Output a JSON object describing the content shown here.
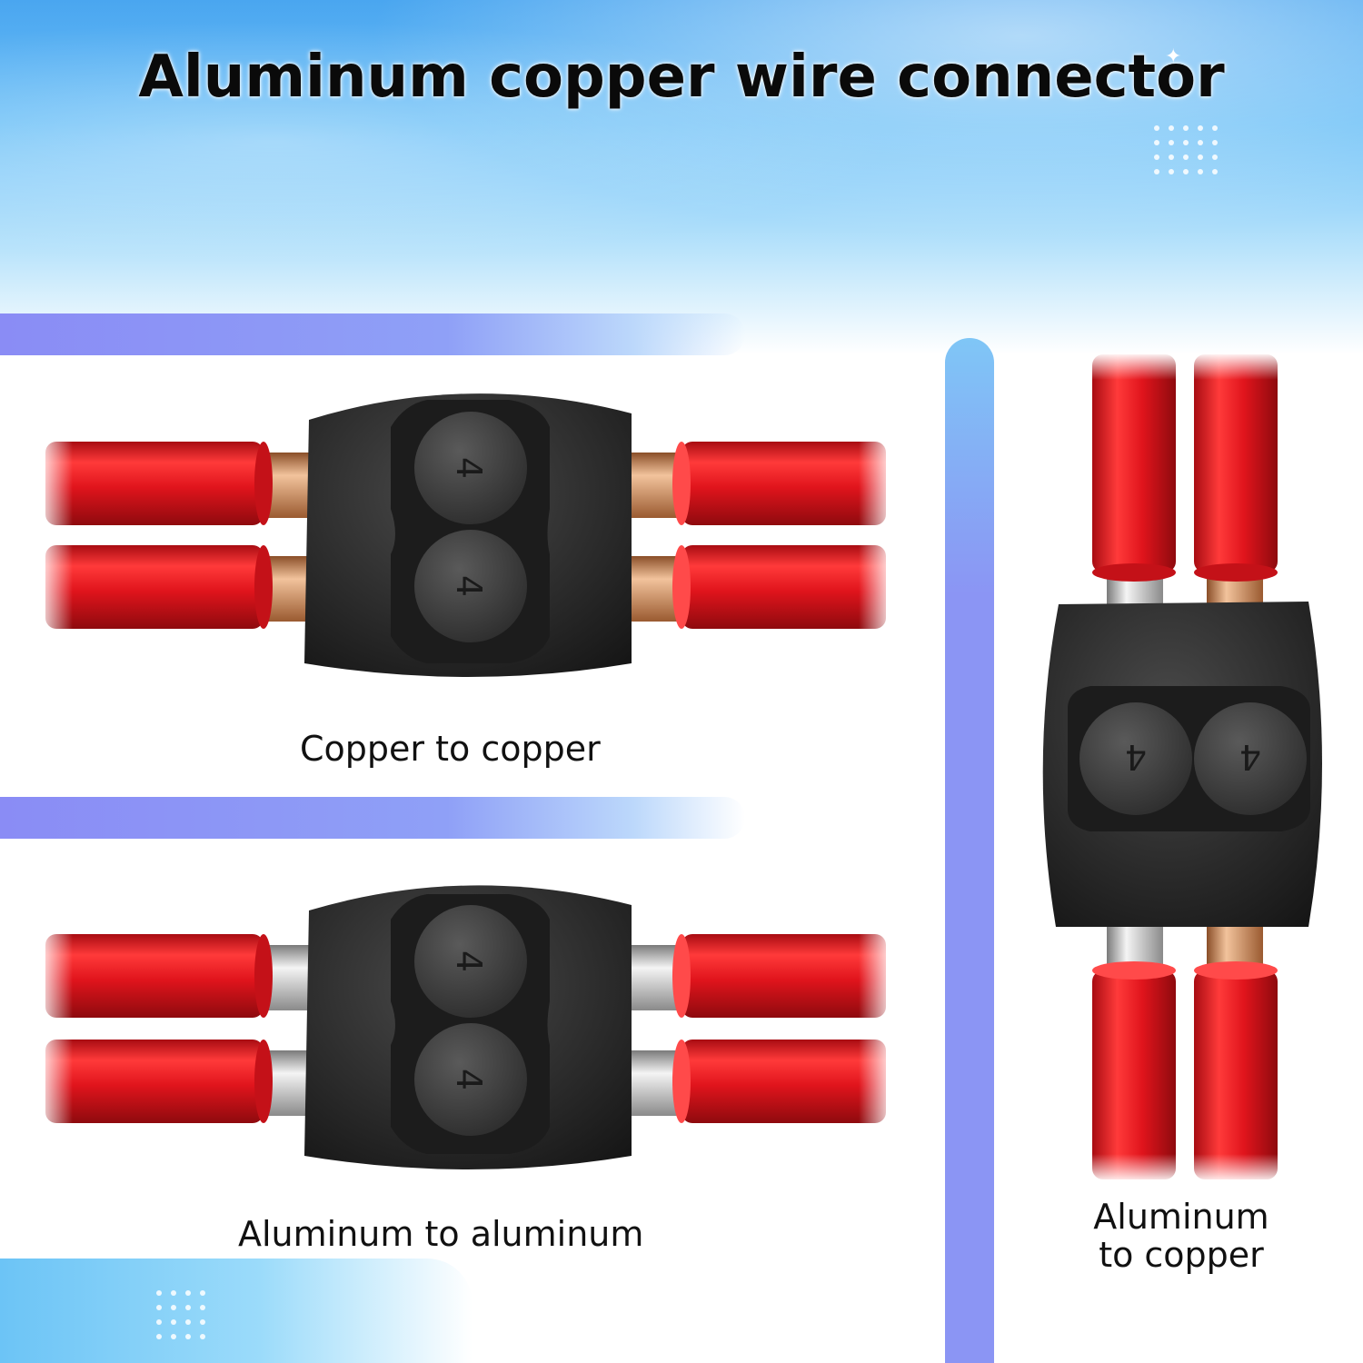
{
  "title": "Aluminum copper wire connector",
  "labels": {
    "copper_to_copper": "Copper to copper",
    "aluminum_to_aluminum": "Aluminum to aluminum",
    "aluminum_to_copper_line1": "Aluminum",
    "aluminum_to_copper_line2": "to copper"
  },
  "connector_marking": "4",
  "colors": {
    "wire_red": "#e0141c",
    "copper": "#c98a5a",
    "aluminum": "#c9c9c9",
    "connector_body": "#2b2b2b",
    "accent_purple": "#8b95f4",
    "accent_blue": "#6cc0f7"
  }
}
